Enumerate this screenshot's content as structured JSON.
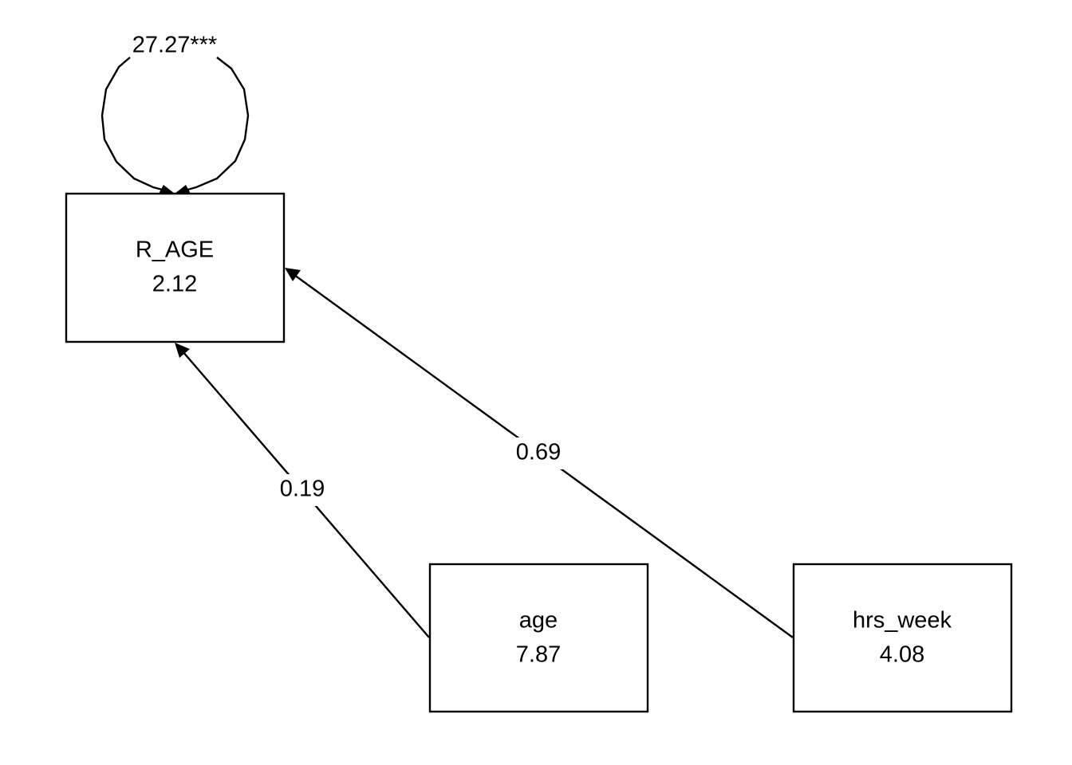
{
  "diagram": {
    "type": "path-diagram",
    "nodes": {
      "r_age": {
        "name": "R_AGE",
        "value": "2.12"
      },
      "age": {
        "name": "age",
        "value": "7.87"
      },
      "hrs_week": {
        "name": "hrs_week",
        "value": "4.08"
      }
    },
    "edges": {
      "age_to_r_age": {
        "from": "age",
        "to": "R_AGE",
        "label": "0.19"
      },
      "hrs_week_to_r_age": {
        "from": "hrs_week",
        "to": "R_AGE",
        "label": "0.69"
      }
    },
    "variance": {
      "node": "R_AGE",
      "label": "27.27***"
    }
  }
}
